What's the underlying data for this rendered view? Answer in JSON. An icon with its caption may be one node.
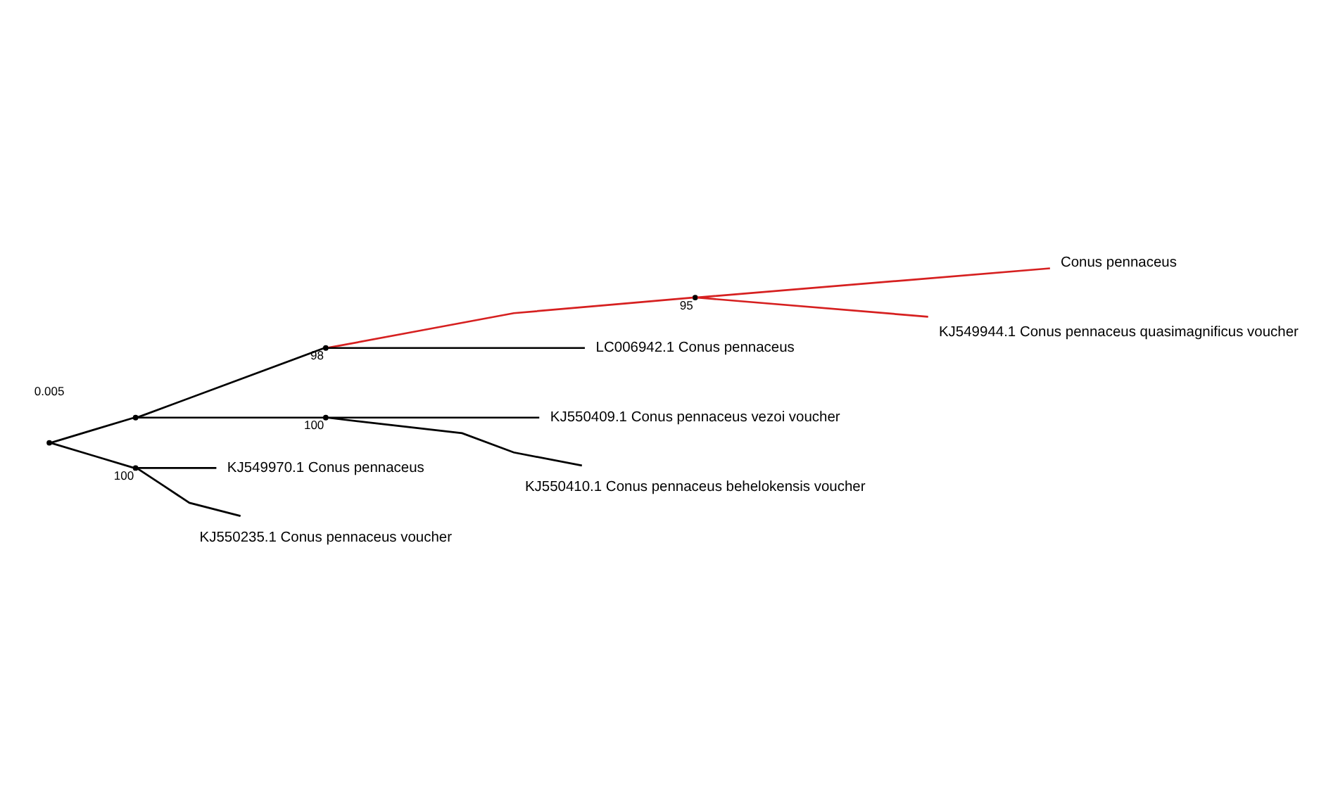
{
  "diagram": {
    "nodes": [
      {
        "text": [],
        "shape": "point"
      },
      {
        "text": [],
        "shape": "point"
      },
      {
        "text": [],
        "shape": "point",
        "beside": [
          "98"
        ]
      },
      {
        "text": [],
        "shape": "point",
        "beside": [
          "95"
        ]
      },
      {
        "text": [
          "Conus pennaceus"
        ]
      },
      {
        "text": [
          "KJ549944.1 Conus pennaceus quasimagnificus voucher"
        ]
      },
      {
        "text": [
          "LC006942.1 Conus pennaceus"
        ]
      },
      {
        "text": [],
        "shape": "point",
        "beside": [
          "100"
        ]
      },
      {
        "text": [
          "KJ550409.1 Conus pennaceus vezoi voucher"
        ]
      },
      {
        "text": [
          "KJ550410.1 Conus pennaceus behelokensis voucher"
        ]
      },
      {
        "text": [],
        "shape": "point",
        "beside": [
          "100"
        ]
      },
      {
        "text": [
          "KJ549970.1 Conus pennaceus"
        ]
      },
      {
        "text": [
          "KJ550235.1 Conus pennaceus voucher"
        ]
      }
    ],
    "edges": [
      {
        "from": 0,
        "to": 1,
        "arrow": "none"
      },
      {
        "from": 0,
        "to": 10,
        "arrow": "none"
      },
      {
        "from": 1,
        "to": 2,
        "arrow": "none"
      },
      {
        "from": 1,
        "to": 7,
        "arrow": "none"
      },
      {
        "from": 2,
        "to": 3,
        "arrow": "none",
        "color": "#d62020"
      },
      {
        "from": 3,
        "to": 4,
        "arrow": "none",
        "color": "#d62020"
      },
      {
        "from": 3,
        "to": 5,
        "arrow": "none",
        "color": "#d62020"
      },
      {
        "from": 2,
        "to": 6,
        "arrow": "none"
      },
      {
        "from": 7,
        "to": 8,
        "arrow": "none"
      },
      {
        "from": 7,
        "to": 9,
        "arrow": "none"
      },
      {
        "from": 10,
        "to": 11,
        "arrow": "none"
      },
      {
        "from": 10,
        "to": 12,
        "arrow": "none"
      }
    ],
    "labels": [
      "0.005"
    ]
  }
}
